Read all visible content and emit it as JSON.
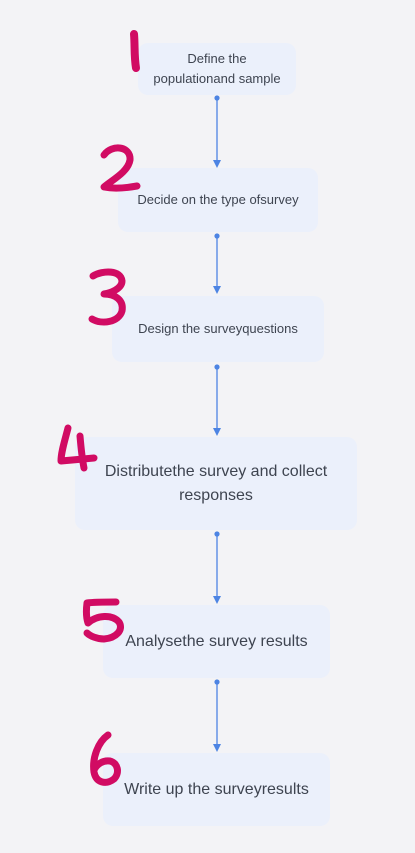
{
  "steps": [
    {
      "number": "1",
      "label": "Define the populationand sample"
    },
    {
      "number": "2",
      "label": "Decide on the type ofsurvey"
    },
    {
      "number": "3",
      "label": "Design the surveyquestions"
    },
    {
      "number": "4",
      "label": "Distributethe survey and collect responses"
    },
    {
      "number": "5",
      "label": "Analysethe survey results"
    },
    {
      "number": "6",
      "label": "Write up the surveyresults"
    }
  ],
  "colors": {
    "background": "#f3f3f6",
    "box": "#ebf0fb",
    "connector": "#4d84e3",
    "numeral": "#d10b63",
    "text": "#3e4450"
  },
  "icons": {
    "connector": "arrow-down-icon",
    "numeral": "handwritten-number"
  }
}
